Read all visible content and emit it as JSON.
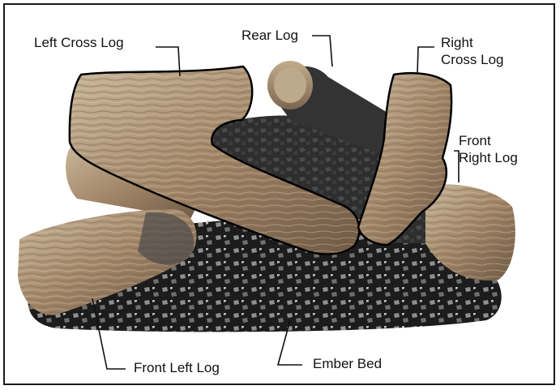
{
  "labels": {
    "left_cross_log": "Left Cross Log",
    "rear_log": "Rear Log",
    "right_cross_log": "Right\nCross Log",
    "front_right_log": "Front\nRight Log",
    "front_left_log": "Front Left Log",
    "ember_bed": "Ember Bed"
  },
  "colors": {
    "log_bark": "#a28668",
    "log_light": "#c9b79a",
    "log_dark": "#6e5844",
    "char": "#2b2b2b",
    "ember": "#1f1f1f",
    "ember_highlight": "#9a9a9a",
    "outline": "#000000"
  }
}
